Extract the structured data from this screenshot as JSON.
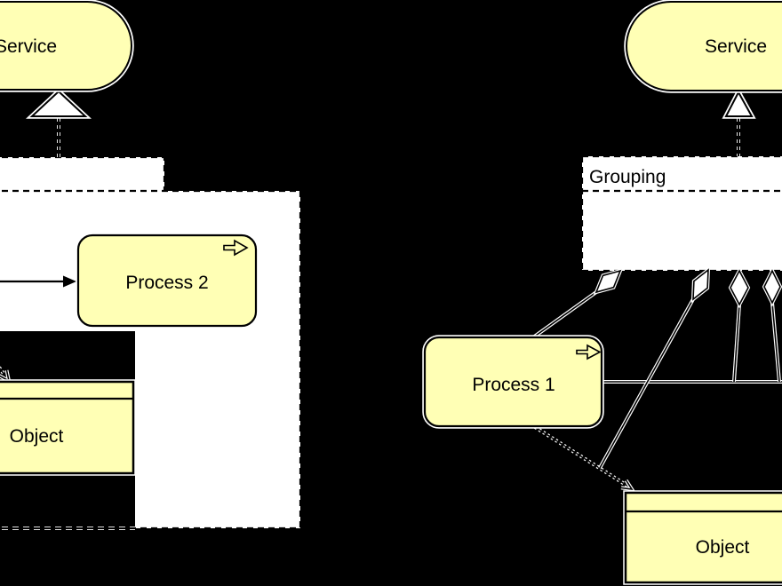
{
  "colors": {
    "element_fill": "#FFFFB5",
    "container_fill": "#FFFFFF",
    "outline": "#000000",
    "halo": "#FFFFFF",
    "background": "#000000",
    "marker_fill": "#FFFFFF"
  },
  "left_diagram": {
    "service": {
      "label": "Service"
    },
    "process": {
      "label": "Process 2"
    },
    "object": {
      "label": "Object"
    }
  },
  "right_diagram": {
    "service": {
      "label": "Service"
    },
    "grouping": {
      "label": "Grouping"
    },
    "process": {
      "label": "Process 1"
    },
    "object": {
      "label": "Object"
    }
  }
}
